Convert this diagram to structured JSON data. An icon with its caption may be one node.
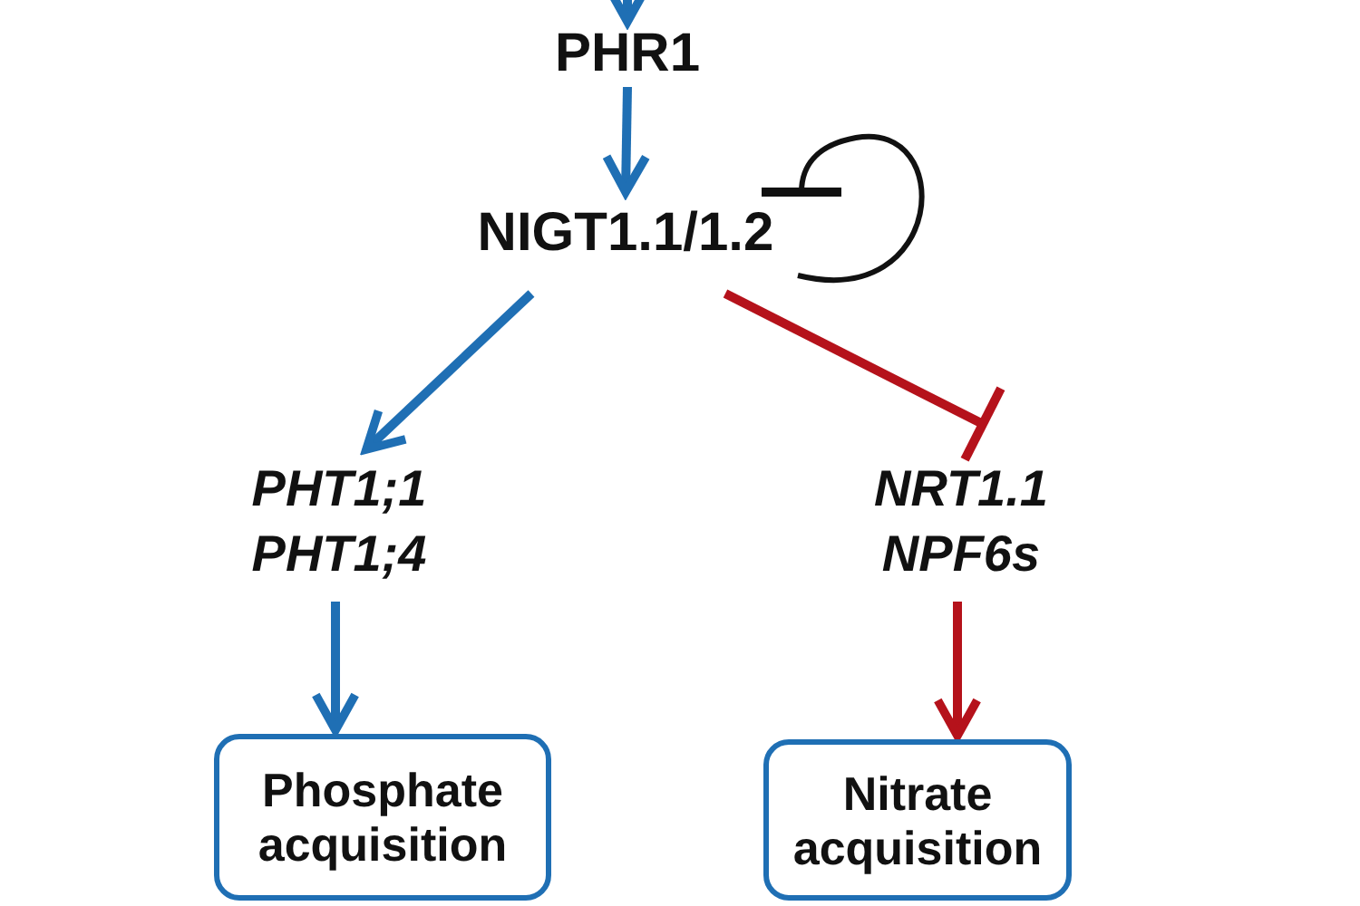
{
  "diagram": {
    "nodes": [
      {
        "text": [
          "PHR1"
        ]
      },
      {
        "text": [
          "NIGT1.1/1.2"
        ]
      },
      {
        "text": [
          "PHT1;1 PHT1;4"
        ]
      },
      {
        "text": [
          "NRT1.1 NPF6s"
        ]
      },
      {
        "text": [
          "Phosphate acquisition"
        ]
      },
      {
        "text": [
          "Nitrate acquisition"
        ]
      }
    ],
    "edges": [
      {
        "from": null,
        "to": 0,
        "arrow": "to"
      },
      {
        "from": 0,
        "to": 1,
        "arrow": "to"
      },
      {
        "from": 1,
        "to": 1,
        "arrow": "other",
        "color": "#111111"
      },
      {
        "from": 1,
        "to": 2,
        "arrow": "to"
      },
      {
        "from": 1,
        "to": 3,
        "arrow": "other",
        "color": "#b5121b"
      },
      {
        "from": 2,
        "to": 4,
        "arrow": "to"
      },
      {
        "from": 3,
        "to": 5,
        "arrow": "to",
        "color": "#b5121b"
      }
    ]
  }
}
